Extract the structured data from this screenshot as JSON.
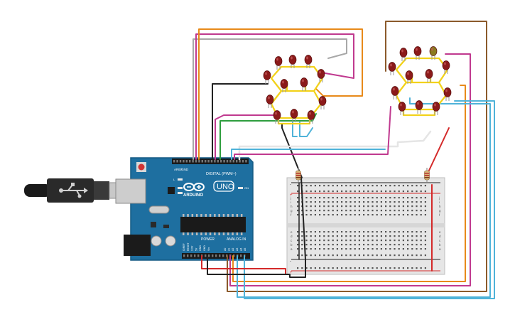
{
  "board": {
    "brand": "ARDUINO",
    "model": "UNO",
    "digital_label": "DIGITAL (PWM~)",
    "power_label": "POWER",
    "analog_label": "ANALOG IN",
    "aref_label": "AREF",
    "gnd_label": "GND",
    "tx_label": "TX",
    "rx_label": "RX",
    "l_label": "L",
    "on_label": "ON",
    "power_pins": [
      "IOREF",
      "RESET",
      "3.3V",
      "5V",
      "GND",
      "GND",
      "Vin"
    ],
    "analog_pins": [
      "A0",
      "A1",
      "A2",
      "A3",
      "A4",
      "A5"
    ]
  },
  "breadboard": {
    "row_letters_top": [
      "j",
      "i",
      "h",
      "g",
      "f"
    ],
    "row_letters_bottom": [
      "e",
      "d",
      "c",
      "b",
      "a"
    ],
    "plus": "+",
    "minus": "-"
  },
  "colors": {
    "board": "#1e6fa0",
    "led": "#8b1a1a",
    "wire_yellow": "#f2d21b",
    "wire_orange": "#e88a1a",
    "wire_magenta": "#c0398f",
    "wire_green": "#2e9e3e",
    "wire_blue": "#4fb3d9",
    "wire_brown": "#8b5a2b",
    "wire_red": "#d42a2a",
    "wire_black": "#222222",
    "wire_gray": "#a8a8a8"
  }
}
